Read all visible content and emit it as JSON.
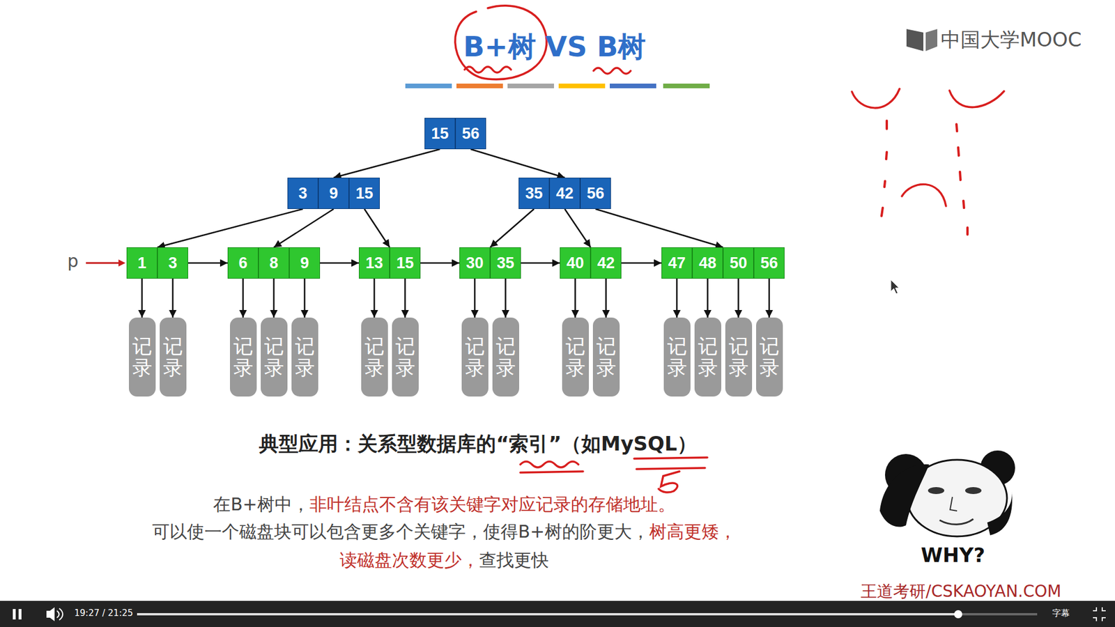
{
  "diagram": {
    "title": "B+树 VS B树",
    "nodes": [
      {
        "text": [
          "15",
          "56"
        ]
      },
      {
        "text": [
          "3",
          "9",
          "15"
        ]
      },
      {
        "text": [
          "35",
          "42",
          "56"
        ]
      },
      {
        "text": [
          "1",
          "3"
        ]
      },
      {
        "text": [
          "6",
          "8",
          "9"
        ]
      },
      {
        "text": [
          "13",
          "15"
        ]
      },
      {
        "text": [
          "30",
          "35"
        ]
      },
      {
        "text": [
          "40",
          "42"
        ]
      },
      {
        "text": [
          "47",
          "48",
          "50",
          "56"
        ]
      },
      {
        "text": [
          "记录"
        ]
      },
      {
        "text": [
          "记录"
        ]
      },
      {
        "text": [
          "记录"
        ]
      },
      {
        "text": [
          "记录"
        ]
      },
      {
        "text": [
          "记录"
        ]
      },
      {
        "text": [
          "记录"
        ]
      },
      {
        "text": [
          "记录"
        ]
      },
      {
        "text": [
          "记录"
        ]
      },
      {
        "text": [
          "记录"
        ]
      },
      {
        "text": [
          "记录"
        ]
      },
      {
        "text": [
          "记录"
        ]
      },
      {
        "text": [
          "记录"
        ]
      },
      {
        "text": [
          "记录"
        ]
      },
      {
        "text": [
          "记录"
        ]
      },
      {
        "text": [
          "记录"
        ]
      }
    ],
    "edges": [
      {
        "from": 0,
        "to": 1,
        "arrow": "to"
      },
      {
        "from": 0,
        "to": 2,
        "arrow": "to"
      },
      {
        "from": 1,
        "to": 3,
        "arrow": "to"
      },
      {
        "from": 1,
        "to": 4,
        "arrow": "to"
      },
      {
        "from": 1,
        "to": 5,
        "arrow": "to"
      },
      {
        "from": 2,
        "to": 6,
        "arrow": "to"
      },
      {
        "from": 2,
        "to": 7,
        "arrow": "to"
      },
      {
        "from": 2,
        "to": 8,
        "arrow": "to"
      },
      {
        "from": 3,
        "to": 4,
        "arrow": "to"
      },
      {
        "from": 4,
        "to": 5,
        "arrow": "to"
      },
      {
        "from": 5,
        "to": 6,
        "arrow": "to"
      },
      {
        "from": 6,
        "to": 7,
        "arrow": "to"
      },
      {
        "from": 7,
        "to": 8,
        "arrow": "to"
      },
      {
        "from": 3,
        "to": 9,
        "arrow": "to"
      },
      {
        "from": 3,
        "to": 10,
        "arrow": "to"
      },
      {
        "from": 4,
        "to": 11,
        "arrow": "to"
      },
      {
        "from": 4,
        "to": 12,
        "arrow": "to"
      },
      {
        "from": 4,
        "to": 13,
        "arrow": "to"
      },
      {
        "from": 5,
        "to": 14,
        "arrow": "to"
      },
      {
        "from": 5,
        "to": 15,
        "arrow": "to"
      },
      {
        "from": 6,
        "to": 16,
        "arrow": "to"
      },
      {
        "from": 6,
        "to": 17,
        "arrow": "to"
      },
      {
        "from": 7,
        "to": 18,
        "arrow": "to"
      },
      {
        "from": 7,
        "to": 19,
        "arrow": "to"
      },
      {
        "from": 8,
        "to": 20,
        "arrow": "to"
      },
      {
        "from": 8,
        "to": 21,
        "arrow": "to"
      },
      {
        "from": 8,
        "to": 22,
        "arrow": "to"
      },
      {
        "from": 8,
        "to": 23,
        "arrow": "to"
      }
    ],
    "labels": [
      "p",
      "中国大学MOOC",
      "典型应用：关系型数据库的“索引”（如MySQL）",
      "在B+树中，",
      "非叶结点不含有该关键字对应记录的存储地址。",
      "可以使一个磁盘块可以包含更多个关键字，使得B+树的阶更大，",
      "树高更矮，",
      "读磁盘次数更少，",
      "查找更快",
      "WHY?",
      "19:27 / 21:25",
      "字幕",
      "王道考研/CSKAOYAN.COM"
    ]
  }
}
